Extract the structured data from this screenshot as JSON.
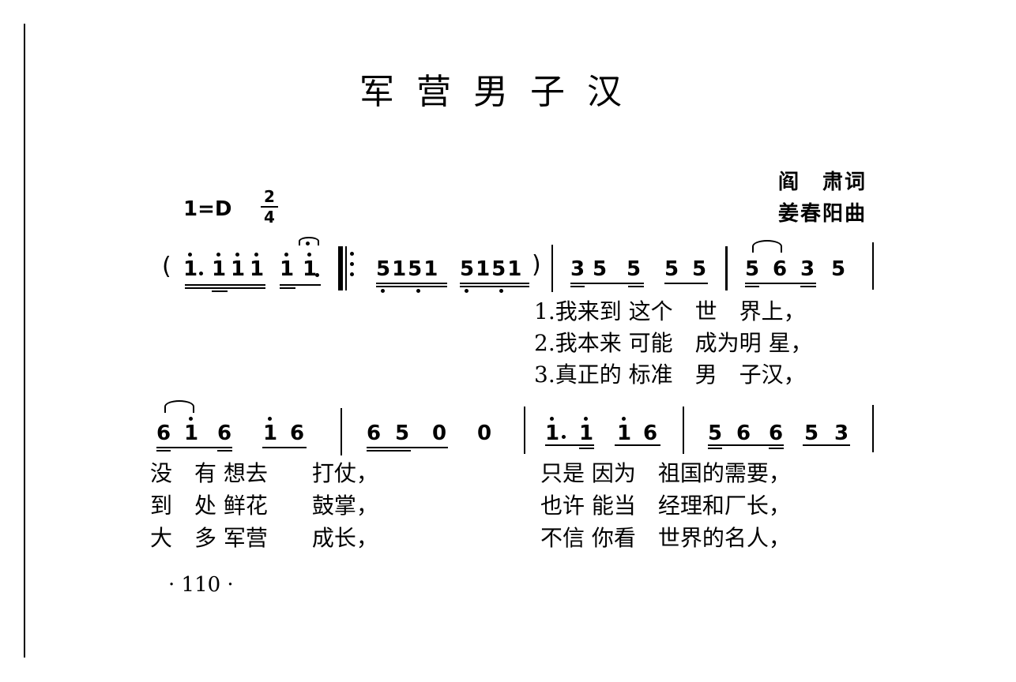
{
  "song": {
    "title": "军营男子汉",
    "lyricist": "阎　肃词",
    "composer": "姜春阳曲",
    "key_signature": "1=D",
    "time_signature": {
      "numerator": "2",
      "denominator": "4"
    }
  },
  "score": {
    "row1": {
      "intro_open_paren": "(",
      "intro_groups": [
        "i.iii",
        "ii."
      ],
      "repeat_groups": [
        "5151",
        "5151"
      ],
      "intro_close_paren": ")",
      "measures": [
        "3 5 5  5 5",
        "5 6 3  5"
      ]
    },
    "row2": {
      "measures": [
        "6 i 6  i 6",
        "6 5 0  0",
        "i. i  i 6",
        "5 6 6  5 3"
      ]
    }
  },
  "lyrics": {
    "row1": [
      "1.我来到 这个　世　界上，",
      "2.我本来 可能　成为明 星，",
      "3.真正的 标准　男　子汉，"
    ],
    "row2_left": [
      "没　有 想去　　打仗，",
      "到　处 鲜花　　鼓掌，",
      "大　多 军营　　成长，"
    ],
    "row2_right": [
      "只是 因为　祖国的需要，",
      "也许 能当　经理和厂长，",
      "不信 你看　世界的名人，"
    ]
  },
  "notes_text": {
    "n1": "1",
    "n2": "1",
    "n3": "1",
    "n4": "1",
    "n5": "1",
    "n6": "1",
    "r1": "5151",
    "r2": "5151",
    "m1a": "3",
    "m1b": "5",
    "m1c": "5",
    "m1d": "5",
    "m1e": "5",
    "m2a": "5",
    "m2b": "6",
    "m2c": "3",
    "m2d": "5",
    "m3a": "6",
    "m3b": "1",
    "m3c": "6",
    "m3d": "1",
    "m3e": "6",
    "m4a": "6",
    "m4b": "5",
    "m4c": "0",
    "m4d": "0",
    "m5a": "1",
    "m5b": "1",
    "m5c": "1",
    "m5d": "6",
    "m6a": "5",
    "m6b": "6",
    "m6c": "6",
    "m6d": "5",
    "m6e": "3"
  },
  "page_number": "· 110 ·"
}
